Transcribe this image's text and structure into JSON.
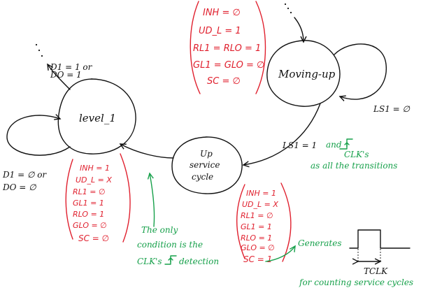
{
  "states": {
    "level1": "level_1",
    "moving_up": "Moving-up",
    "up_service_cycle": [
      "Up",
      "service",
      "cycle"
    ]
  },
  "transitions": {
    "level1_exit": [
      "D1 = 1 or",
      "DO = 1"
    ],
    "level1_self_loop": [
      "D1 = ∅  or",
      "DO = ∅"
    ],
    "moving_up_self_loop": "LS1 = ∅",
    "moving_up_to_service": "LS1 = 1",
    "moving_up_to_service_and": "and",
    "clk_symbol": "CLK's",
    "clk_note": "as all the transitions"
  },
  "outputs": {
    "moving_up": [
      "INH = ∅",
      "UD_L = 1",
      "RL1 = RLO = 1",
      "GL1 = GLO = ∅",
      "SC = ∅"
    ],
    "level1": [
      "INH = 1",
      "UD_L = X",
      "RL1 = ∅",
      "GL1 = 1",
      "RLO = 1",
      "GLO = ∅",
      "SC = ∅"
    ],
    "service_cycle": [
      "INH = 1",
      "UD_L = X",
      "RL1 = ∅",
      "GL1 = 1",
      "RLO = 1",
      "GLO = ∅",
      "SC = 1"
    ]
  },
  "notes": {
    "only_condition": [
      "The only",
      "condition is the",
      "CLK's",
      "detection"
    ],
    "generates": "Generates",
    "tclk": "TCLK",
    "counting": "for counting service cycles"
  },
  "colors": {
    "ink": "#111111",
    "outputs": "#e0202e",
    "notes": "#16a04a"
  }
}
